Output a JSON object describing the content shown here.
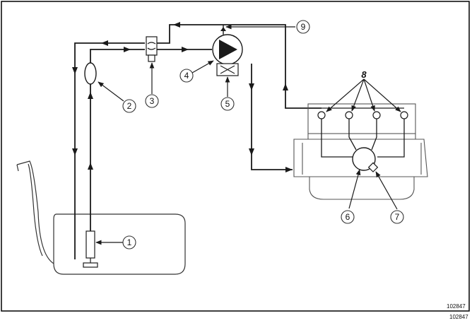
{
  "callouts": {
    "c1": "1",
    "c2": "2",
    "c3": "3",
    "c4": "4",
    "c5": "5",
    "c6": "6",
    "c7": "7",
    "c8": "8",
    "c9": "9"
  },
  "reference": {
    "inner": "102847",
    "outer": "102847"
  },
  "colors": {
    "line": "#1a1a1a",
    "frame": "#000000",
    "part_fill": "#ffffff"
  }
}
